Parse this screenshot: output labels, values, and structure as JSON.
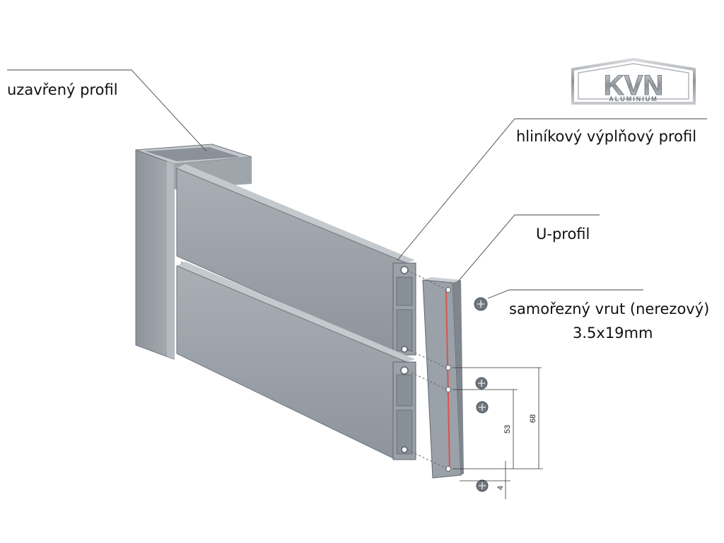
{
  "logo": {
    "brand": "KVN",
    "sub": "ALUMINIUM"
  },
  "labels": {
    "closed_profile": "uzavřený profil",
    "filler_profile": "hliníkový výplňový profil",
    "u_profile": "U-profil",
    "screw": "samořezný vrut (nerezový)",
    "screw_size": "3.5x19mm"
  },
  "dimensions": {
    "d68": "68",
    "d53": "53",
    "d4": "4"
  },
  "colors": {
    "metal": "#9aa1a8",
    "metal_dark": "#7d848b",
    "metal_light": "#b9bfc5",
    "seal": "#d9534f",
    "line": "#333333"
  }
}
